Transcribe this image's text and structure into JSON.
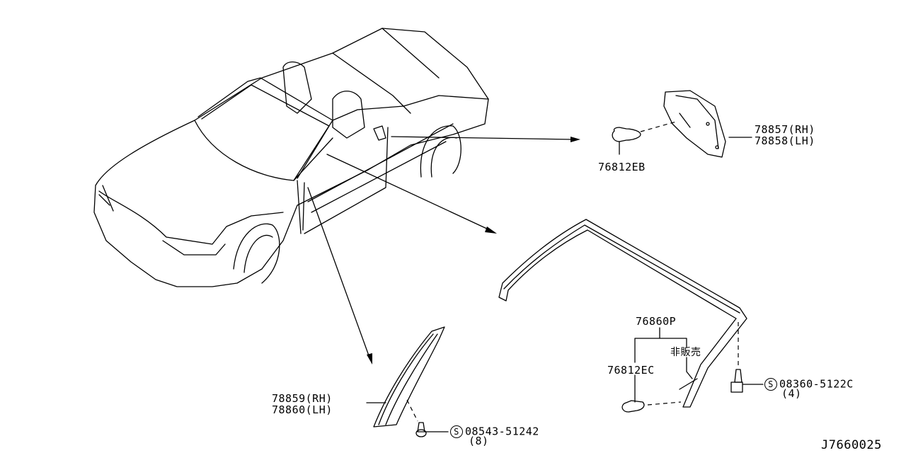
{
  "parts": {
    "bracket_rh": "78857(RH)",
    "bracket_lh": "78858(LH)",
    "clip_eb": "76812EB",
    "pillar_rh": "78859(RH)",
    "pillar_lh": "78860(LH)",
    "screw_a": "08543-51242",
    "screw_a_qty": "(8)",
    "weatherstrip": "76860P",
    "not_for_sale": "非販売",
    "clip_ec": "76812EC",
    "screw_b": "08360-5122C",
    "screw_b_qty": "(4)",
    "standard_part_symbol": "S"
  },
  "diagram_code": "J7660025"
}
